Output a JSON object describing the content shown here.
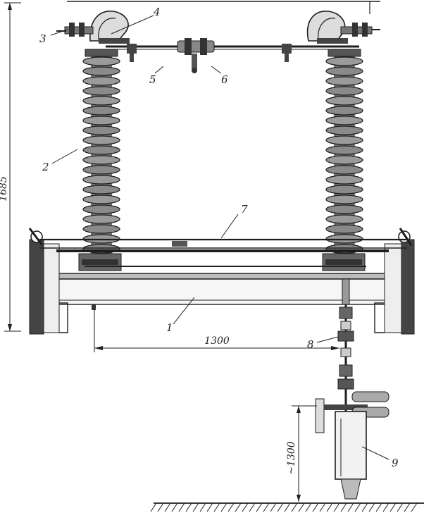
{
  "drawing": {
    "callouts": {
      "n1": "1",
      "n2": "2",
      "n3": "3",
      "n4": "4",
      "n5": "5",
      "n6": "6",
      "n7": "7",
      "n8": "8",
      "n9": "9"
    },
    "dimensions": {
      "total_height": "1685",
      "span": "1300",
      "drive_height": "~1300"
    }
  }
}
